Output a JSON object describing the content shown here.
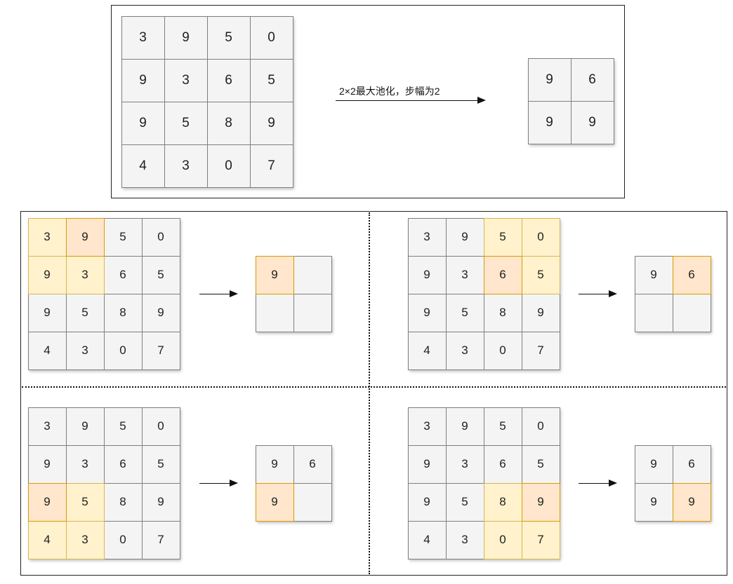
{
  "top": {
    "input_matrix": [
      [
        3,
        9,
        5,
        0
      ],
      [
        9,
        3,
        6,
        5
      ],
      [
        9,
        5,
        8,
        9
      ],
      [
        4,
        3,
        0,
        7
      ]
    ],
    "operation_label": "2×2最大池化，步幅为2",
    "output_matrix": [
      [
        9,
        6
      ],
      [
        9,
        9
      ]
    ]
  },
  "steps": [
    {
      "name": "step-top-left",
      "input_matrix": [
        [
          3,
          9,
          5,
          0
        ],
        [
          9,
          3,
          6,
          5
        ],
        [
          9,
          5,
          8,
          9
        ],
        [
          4,
          3,
          0,
          7
        ]
      ],
      "window": {
        "rows": [
          0,
          1
        ],
        "cols": [
          0,
          1
        ]
      },
      "max_cell": [
        0,
        1
      ],
      "output_matrix": [
        [
          "9",
          ""
        ],
        [
          "",
          ""
        ]
      ],
      "output_highlight": [
        0,
        0
      ]
    },
    {
      "name": "step-top-right",
      "input_matrix": [
        [
          3,
          9,
          5,
          0
        ],
        [
          9,
          3,
          6,
          5
        ],
        [
          9,
          5,
          8,
          9
        ],
        [
          4,
          3,
          0,
          7
        ]
      ],
      "window": {
        "rows": [
          0,
          1
        ],
        "cols": [
          2,
          3
        ]
      },
      "max_cell": [
        1,
        2
      ],
      "output_matrix": [
        [
          "9",
          "6"
        ],
        [
          "",
          ""
        ]
      ],
      "output_highlight": [
        0,
        1
      ]
    },
    {
      "name": "step-bottom-left",
      "input_matrix": [
        [
          3,
          9,
          5,
          0
        ],
        [
          9,
          3,
          6,
          5
        ],
        [
          9,
          5,
          8,
          9
        ],
        [
          4,
          3,
          0,
          7
        ]
      ],
      "window": {
        "rows": [
          2,
          3
        ],
        "cols": [
          0,
          1
        ]
      },
      "max_cell": [
        2,
        0
      ],
      "output_matrix": [
        [
          "9",
          "6"
        ],
        [
          "9",
          ""
        ]
      ],
      "output_highlight": [
        1,
        0
      ]
    },
    {
      "name": "step-bottom-right",
      "input_matrix": [
        [
          3,
          9,
          5,
          0
        ],
        [
          9,
          3,
          6,
          5
        ],
        [
          9,
          5,
          8,
          9
        ],
        [
          4,
          3,
          0,
          7
        ]
      ],
      "window": {
        "rows": [
          2,
          3
        ],
        "cols": [
          2,
          3
        ]
      },
      "max_cell": [
        2,
        3
      ],
      "output_matrix": [
        [
          "9",
          "6"
        ],
        [
          "9",
          "9"
        ]
      ],
      "output_highlight": [
        1,
        1
      ]
    }
  ],
  "colors": {
    "cell_fill": "#f4f4f4",
    "cell_border": "#7f7f7f",
    "window_fill": "#fff2cc",
    "window_border": "#d6b656",
    "max_fill": "#ffe6cc",
    "max_border": "#d79b00"
  }
}
